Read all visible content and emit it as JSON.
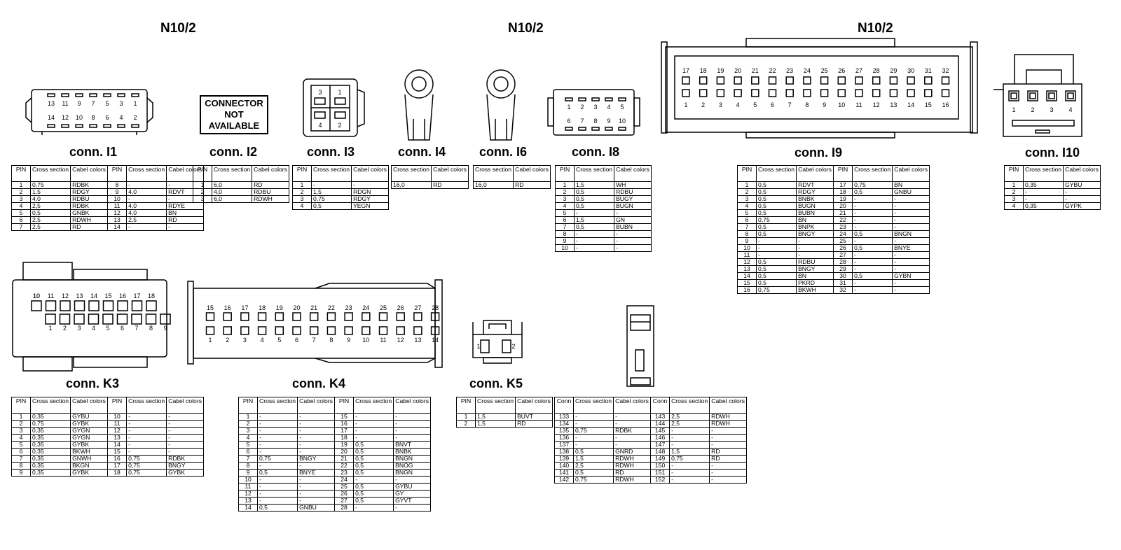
{
  "headers": [
    "N10/2",
    "N10/2",
    "N10/2"
  ],
  "not_available": "CONNECTOR\nNOT\nAVAILABLE",
  "cols": {
    "pin": "PIN",
    "conn": "Conn",
    "cross": "Cross section",
    "cabel": "Cabel colors"
  },
  "connectors": {
    "I1": {
      "title": "conn. I1",
      "left": [
        [
          "1",
          "0,75",
          "RDBK"
        ],
        [
          "2",
          "1,5",
          "RDGY"
        ],
        [
          "3",
          "4,0",
          "RDBU"
        ],
        [
          "4",
          "2,5",
          "RDBK"
        ],
        [
          "5",
          "0,5",
          "GNBK"
        ],
        [
          "6",
          "2,5",
          "RDWH"
        ],
        [
          "7",
          "2,5",
          "RD"
        ]
      ],
      "right": [
        [
          "8",
          "-",
          "-"
        ],
        [
          "9",
          "4,0",
          "RDVT"
        ],
        [
          "10",
          "-",
          "-"
        ],
        [
          "11",
          "4,0",
          "RDYE"
        ],
        [
          "12",
          "4,0",
          "BN"
        ],
        [
          "13",
          "2,5",
          "RD"
        ],
        [
          "14",
          "-",
          "-"
        ]
      ]
    },
    "I2": {
      "title": "conn. I2",
      "rows": [
        [
          "1",
          "6,0",
          "RD"
        ],
        [
          "2",
          "4,0",
          "RDBU"
        ],
        [
          "3",
          "6,0",
          "RDWH"
        ]
      ]
    },
    "I3": {
      "title": "conn. I3",
      "rows": [
        [
          "1",
          "-",
          "-"
        ],
        [
          "2",
          "1,5",
          "RDGN"
        ],
        [
          "3",
          "0,75",
          "RDGY"
        ],
        [
          "4",
          "0,5",
          "YEGN"
        ]
      ]
    },
    "I4": {
      "title": "conn. I4",
      "rows": [
        [
          "16,0",
          "RD"
        ]
      ]
    },
    "I6": {
      "title": "conn. I6",
      "rows": [
        [
          "16,0",
          "RD"
        ]
      ]
    },
    "I8": {
      "title": "conn. I8",
      "rows": [
        [
          "1",
          "1,5",
          "WH"
        ],
        [
          "2",
          "0,5",
          "RDBU"
        ],
        [
          "3",
          "0,5",
          "BUGY"
        ],
        [
          "4",
          "0,5",
          "BUGN"
        ],
        [
          "5",
          "-",
          "-"
        ],
        [
          "6",
          "1,5",
          "GN"
        ],
        [
          "7",
          "0,5",
          "BUBN"
        ],
        [
          "8",
          "-",
          "-"
        ],
        [
          "9",
          "-",
          "-"
        ],
        [
          "10",
          "-",
          "-"
        ]
      ]
    },
    "I9": {
      "title": "conn. I9",
      "left": [
        [
          "1",
          "0,5",
          "RDVT"
        ],
        [
          "2",
          "0,5",
          "RDGY"
        ],
        [
          "3",
          "0,5",
          "BNBK"
        ],
        [
          "4",
          "0,5",
          "BUGN"
        ],
        [
          "5",
          "0,5",
          "BUBN"
        ],
        [
          "6",
          "0,75",
          "BN"
        ],
        [
          "7",
          "0,5",
          "BNPK"
        ],
        [
          "8",
          "0,5",
          "BNGY"
        ],
        [
          "9",
          "-",
          "-"
        ],
        [
          "10",
          "-",
          "-"
        ],
        [
          "11",
          "-",
          "-"
        ],
        [
          "12",
          "0,5",
          "RDBU"
        ],
        [
          "13",
          "0,5",
          "BNGY"
        ],
        [
          "14",
          "0,5",
          "BN"
        ],
        [
          "15",
          "0,5",
          "PKRD"
        ],
        [
          "16",
          "0,75",
          "BKWH"
        ]
      ],
      "right": [
        [
          "17",
          "0,75",
          "BN"
        ],
        [
          "18",
          "0,5",
          "GNBU"
        ],
        [
          "19",
          "-",
          "-"
        ],
        [
          "20",
          "-",
          "-"
        ],
        [
          "21",
          "-",
          "-"
        ],
        [
          "22",
          "-",
          "-"
        ],
        [
          "23",
          "-",
          "-"
        ],
        [
          "24",
          "0,5",
          "BNGN"
        ],
        [
          "25",
          "-",
          "-"
        ],
        [
          "26",
          "0,5",
          "BNYE"
        ],
        [
          "27",
          "-",
          "-"
        ],
        [
          "28",
          "-",
          "-"
        ],
        [
          "29",
          "-",
          "-"
        ],
        [
          "30",
          "0,5",
          "GYBN"
        ],
        [
          "31",
          "-",
          "-"
        ],
        [
          "32",
          "-",
          "-"
        ]
      ]
    },
    "I10": {
      "title": "conn. I10",
      "rows": [
        [
          "1",
          "0,35",
          "GYBU"
        ],
        [
          "2",
          "-",
          "-"
        ],
        [
          "3",
          "-",
          "-"
        ],
        [
          "4",
          "0,35",
          "GYPK"
        ]
      ]
    },
    "K3": {
      "title": "conn. K3",
      "left": [
        [
          "1",
          "0,35",
          "GYBU"
        ],
        [
          "2",
          "0,75",
          "GYBK"
        ],
        [
          "3",
          "0,35",
          "GYGN"
        ],
        [
          "4",
          "0,35",
          "GYGN"
        ],
        [
          "5",
          "0,35",
          "GYBK"
        ],
        [
          "6",
          "0,35",
          "BKWH"
        ],
        [
          "7",
          "0,35",
          "GNWH"
        ],
        [
          "8",
          "0,35",
          "BKGN"
        ],
        [
          "9",
          "0,35",
          "GYBK"
        ]
      ],
      "right": [
        [
          "10",
          "-",
          "-"
        ],
        [
          "11",
          "-",
          "-"
        ],
        [
          "12",
          "-",
          "-"
        ],
        [
          "13",
          "-",
          "-"
        ],
        [
          "14",
          "-",
          "-"
        ],
        [
          "15",
          "-",
          "-"
        ],
        [
          "16",
          "0,75",
          "RDBK"
        ],
        [
          "17",
          "0,75",
          "BNGY"
        ],
        [
          "18",
          "0,75",
          "GYBK"
        ]
      ]
    },
    "K4": {
      "title": "conn. K4",
      "left": [
        [
          "1",
          "-",
          "-"
        ],
        [
          "2",
          "-",
          "-"
        ],
        [
          "3",
          "-",
          "-"
        ],
        [
          "4",
          "-",
          "-"
        ],
        [
          "5",
          "-",
          "-"
        ],
        [
          "6",
          "-",
          "-"
        ],
        [
          "7",
          "0,75",
          "BNGY"
        ],
        [
          "8",
          "-",
          "-"
        ],
        [
          "9",
          "0,5",
          "BNYE"
        ],
        [
          "10",
          "-",
          "-"
        ],
        [
          "11",
          "-",
          "-"
        ],
        [
          "12",
          "-",
          "-"
        ],
        [
          "13",
          "-",
          "-"
        ],
        [
          "14",
          "0,5",
          "GNBU"
        ]
      ],
      "right": [
        [
          "15",
          "-",
          "-"
        ],
        [
          "16",
          "-",
          "-"
        ],
        [
          "17",
          "-",
          "-"
        ],
        [
          "18",
          "-",
          "-"
        ],
        [
          "19",
          "0,5",
          "BNVT"
        ],
        [
          "20",
          "0,5",
          "BNBK"
        ],
        [
          "21",
          "0,5",
          "BNGN"
        ],
        [
          "22",
          "0,5",
          "BNOG"
        ],
        [
          "23",
          "0,5",
          "BNGN"
        ],
        [
          "24",
          "-",
          "-"
        ],
        [
          "25",
          "0,5",
          "GYBU"
        ],
        [
          "26",
          "0,5",
          "GY"
        ],
        [
          "27",
          "0,5",
          "GYVT"
        ],
        [
          "28",
          "-",
          "-"
        ]
      ]
    },
    "K5": {
      "title": "conn. K5",
      "rows": [
        [
          "1",
          "1,5",
          "BUVT"
        ],
        [
          "2",
          "1,5",
          "RD"
        ]
      ]
    },
    "X": {
      "left": [
        [
          "133",
          "-",
          "-"
        ],
        [
          "134",
          "-",
          "-"
        ],
        [
          "135",
          "0,75",
          "RDBK"
        ],
        [
          "136",
          "-",
          "-"
        ],
        [
          "137",
          "-",
          "-"
        ],
        [
          "138",
          "0,5",
          "GNRD"
        ],
        [
          "139",
          "1,5",
          "RDWH"
        ],
        [
          "140",
          "2,5",
          "RDWH"
        ],
        [
          "141",
          "0,5",
          "RD"
        ],
        [
          "142",
          "0,75",
          "RDWH"
        ]
      ],
      "right": [
        [
          "143",
          "2,5",
          "RDWH"
        ],
        [
          "144",
          "2,5",
          "RDWH"
        ],
        [
          "145",
          "-",
          "-"
        ],
        [
          "146",
          "-",
          "-"
        ],
        [
          "147",
          "-",
          "-"
        ],
        [
          "148",
          "1,5",
          "RD"
        ],
        [
          "149",
          "0,75",
          "RD"
        ],
        [
          "150",
          "-",
          "-"
        ],
        [
          "151",
          "-",
          "-"
        ],
        [
          "152",
          "-",
          "-"
        ]
      ]
    }
  },
  "pins": {
    "I1_top": [
      "13",
      "11",
      "9",
      "7",
      "5",
      "3",
      "1"
    ],
    "I1_bot": [
      "14",
      "12",
      "10",
      "8",
      "6",
      "4",
      "2"
    ],
    "I3": [
      "3",
      "1",
      "4",
      "2"
    ],
    "I8_top": [
      "1",
      "2",
      "3",
      "4",
      "5"
    ],
    "I8_bot": [
      "6",
      "7",
      "8",
      "9",
      "10"
    ],
    "I9_top": [
      "17",
      "18",
      "19",
      "20",
      "21",
      "22",
      "23",
      "24",
      "25",
      "26",
      "27",
      "28",
      "29",
      "30",
      "31",
      "32"
    ],
    "I9_bot": [
      "1",
      "2",
      "3",
      "4",
      "5",
      "6",
      "7",
      "8",
      "9",
      "10",
      "11",
      "12",
      "13",
      "14",
      "15",
      "16"
    ],
    "I10": [
      "1",
      "2",
      "3",
      "4"
    ],
    "K3_top": [
      "10",
      "11",
      "12",
      "13",
      "14",
      "15",
      "16",
      "17",
      "18"
    ],
    "K3_bot": [
      "1",
      "2",
      "3",
      "4",
      "5",
      "6",
      "7",
      "8",
      "9"
    ],
    "K4_top": [
      "15",
      "16",
      "17",
      "18",
      "19",
      "20",
      "21",
      "22",
      "23",
      "24",
      "25",
      "26",
      "27",
      "28"
    ],
    "K4_bot": [
      "1",
      "2",
      "3",
      "4",
      "5",
      "6",
      "7",
      "8",
      "9",
      "10",
      "11",
      "12",
      "13",
      "14"
    ],
    "K5": [
      "1",
      "2"
    ]
  }
}
